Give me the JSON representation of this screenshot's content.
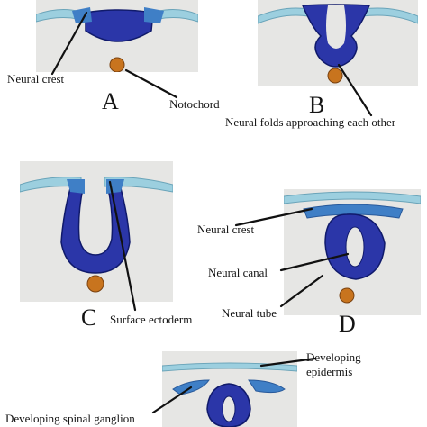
{
  "panels": {
    "A": {
      "letter": "A",
      "labels": {
        "neural_crest": "Neural crest",
        "notochord": "Notochord"
      }
    },
    "B": {
      "letter": "B",
      "labels": {
        "neural_folds": "Neural folds approaching each other"
      }
    },
    "C": {
      "letter": "C",
      "labels": {
        "surface_ectoderm": "Surface ectoderm"
      }
    },
    "D": {
      "letter": "D",
      "labels": {
        "neural_crest": "Neural crest",
        "neural_canal": "Neural canal",
        "neural_tube": "Neural tube"
      }
    },
    "E": {
      "labels": {
        "developing_epidermis": "Developing epidermis",
        "developing_spinal_ganglion": "Developing spinal ganglion"
      }
    }
  },
  "colors": {
    "neural_tissue": "#2b36a8",
    "neural_outline": "#101a6b",
    "ectoderm": "#9ccfdf",
    "crest": "#3f7fc6",
    "notochord": "#c8741e",
    "background": "#e6e6e4"
  }
}
